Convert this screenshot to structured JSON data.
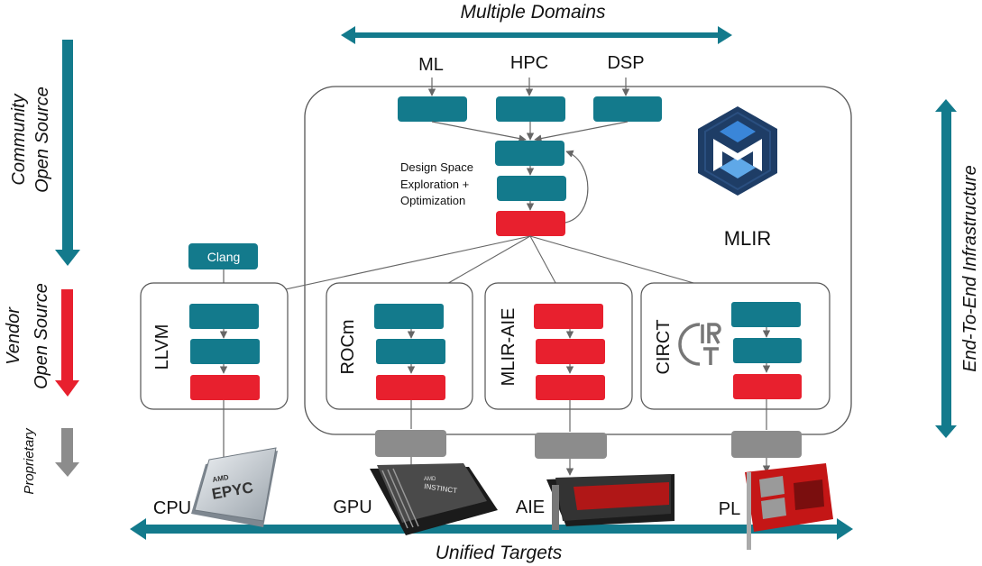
{
  "top": {
    "title": "Multiple Domains",
    "domains": [
      "ML",
      "HPC",
      "DSP"
    ]
  },
  "bottom": {
    "title": "Unified Targets",
    "targets": [
      "CPU",
      "GPU",
      "AIE",
      "PL"
    ]
  },
  "left": {
    "community": [
      "Community",
      "Open Source"
    ],
    "vendor": [
      "Vendor",
      "Open Source"
    ],
    "proprietary": "Proprietary"
  },
  "right": {
    "label": "End-To-End Infrastructure"
  },
  "mlir": {
    "label": "MLIR",
    "dse": [
      "Design Space",
      "Exploration +",
      "Optimization"
    ]
  },
  "clang": "Clang",
  "stacks": {
    "llvm": "LLVM",
    "rocm": "ROCm",
    "mlir_aie": "MLIR-AIE",
    "circt": "CIRCT"
  },
  "chips": {
    "epyc_brand": "AMD",
    "epyc": "EPYC",
    "instinct_brand": "AMD",
    "instinct": "INSTINCT"
  },
  "colors": {
    "teal": "#137a8c",
    "red": "#e8202e",
    "gray": "#8c8c8c",
    "mlir_blue": "#2f6fc4",
    "mlir_dark": "#1e3d66"
  }
}
